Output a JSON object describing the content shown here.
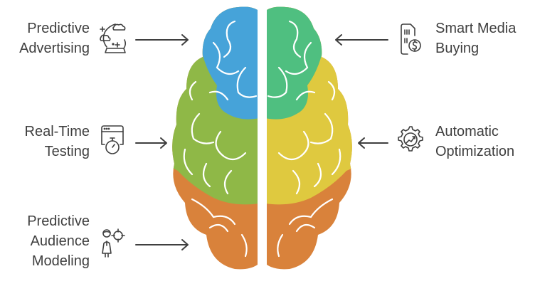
{
  "items": {
    "predictive_advertising": {
      "line1": "Predictive",
      "line2": "Advertising",
      "icon": "crystal-ball-icon"
    },
    "real_time_testing": {
      "line1": "Real-Time",
      "line2": "Testing",
      "icon": "stopwatch-browser-icon"
    },
    "predictive_audience": {
      "line1": "Predictive",
      "line2": "Audience",
      "line3": "Modeling",
      "icon": "person-target-icon"
    },
    "smart_media_buying": {
      "line1": "Smart Media",
      "line2": "Buying",
      "icon": "sim-dollar-icon"
    },
    "automatic_optimization": {
      "line1": "Automatic",
      "line2": "Optimization",
      "icon": "gear-chart-icon"
    }
  },
  "colors": {
    "blue": "#46a3d9",
    "green_left": "#8fb847",
    "orange": "#d9823b",
    "green_right": "#4fbf80",
    "yellow": "#dfc93f",
    "text": "#3f3f3f"
  }
}
